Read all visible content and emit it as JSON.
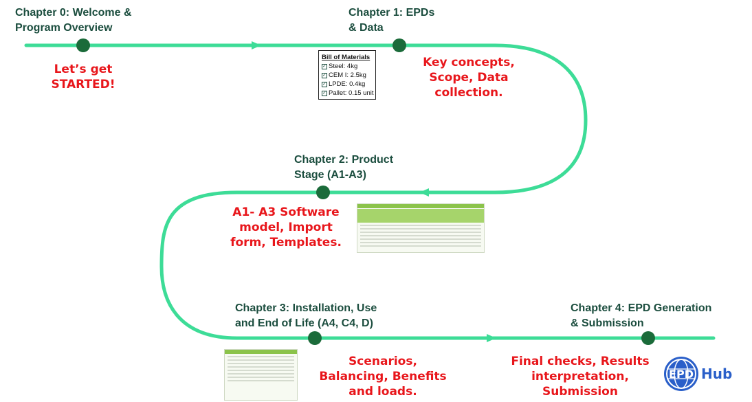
{
  "chapters": [
    {
      "title": "Chapter 0: Welcome &\nProgram Overview",
      "summary": "Let’s get\nSTARTED!"
    },
    {
      "title": "Chapter 1: EPDs\n& Data",
      "summary": "Key concepts,\nScope, Data\ncollection."
    },
    {
      "title": "Chapter 2: Product\nStage (A1-A3)",
      "summary": "A1- A3 Software\nmodel, Import\nform, Templates."
    },
    {
      "title": "Chapter 3: Installation, Use\nand End of Life (A4, C4, D)",
      "summary": "Scenarios,\nBalancing, Benefits\nand loads."
    },
    {
      "title": "Chapter 4: EPD Generation\n& Submission",
      "summary": "Final checks, Results\ninterpretation,\nSubmission"
    }
  ],
  "bill_of_materials": {
    "title": "Bill  of Materials",
    "items": [
      "Steel: 4kg",
      "CEM I: 2.5kg",
      "LPDE: 0.4kg",
      "Pallet: 0.15 unit"
    ]
  },
  "logo": {
    "badge": "EPD",
    "name": "Hub"
  },
  "colors": {
    "road": "#3ddc97",
    "milestone": "#1b6b3a",
    "chapter_text": "#1b4d3e",
    "summary_text": "#e8161b",
    "brand": "#2a5fc9"
  },
  "icons": {
    "checkbox": "check-icon",
    "logo": "globe-icon"
  }
}
